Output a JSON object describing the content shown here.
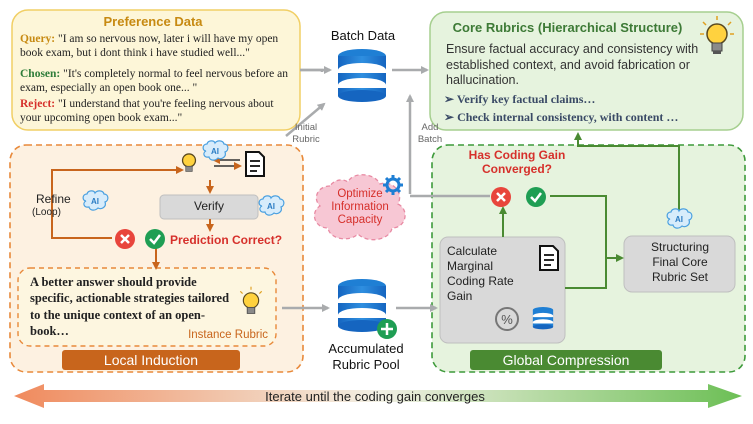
{
  "preference": {
    "title": "Preference Data",
    "query_label": "Query:",
    "query_text": "\"I am so nervous now, later i will have my open book exam, but i dont think i have studied well...\"",
    "chosen_label": "Chosen:",
    "chosen_text": "\"It's completely normal to feel nervous before an exam, especially an open book one... \"",
    "reject_label": "Reject:",
    "reject_text": "\"I understand that you're feeling nervous about your upcoming open book exam...\""
  },
  "batch": {
    "title": "Batch Data",
    "initial_rubric": "Initial\nRubric",
    "add_batch": "Add\nBatch"
  },
  "core": {
    "title": "Core Rubrics (Hierarchical Structure)",
    "body": "Ensure factual accuracy and consistency with established context, and avoid fabrication or hallucination.",
    "item1": "Verify key factual claims…",
    "item2": "Check internal consistency, with content …"
  },
  "local": {
    "refine": "Refine",
    "loop": "(Loop)",
    "verify": "Verify",
    "prediction": "Prediction Correct?",
    "instance_text": "A better answer should provide specific, actionable strategies tailored to the unique context of an open-book…",
    "instance_label": "Instance Rubric",
    "section_label": "Local Induction"
  },
  "middle": {
    "optimize": "Optimize\nInformation\nCapacity",
    "pool": "Accumulated\nRubric Pool"
  },
  "global": {
    "question": "Has Coding Gain\nConverged?",
    "calc": "Calculate\nMarginal\nCoding Rate\nGain",
    "structuring": "Structuring\nFinal Core\nRubric Set",
    "section_label": "Global Compression"
  },
  "footer": {
    "iterate": "Iterate until the coding gain converges"
  },
  "colors": {
    "orange": "#e8893a",
    "green": "#4a9a3a",
    "red": "#d6302b",
    "blue": "#1f7fd4",
    "gray_arrow": "#a9abad"
  },
  "icons": [
    "lightbulb-icon",
    "document-icon",
    "database-icon",
    "ai-brain-icon",
    "gear-icon",
    "check-icon",
    "cross-icon",
    "percent-icon",
    "plus-icon"
  ]
}
